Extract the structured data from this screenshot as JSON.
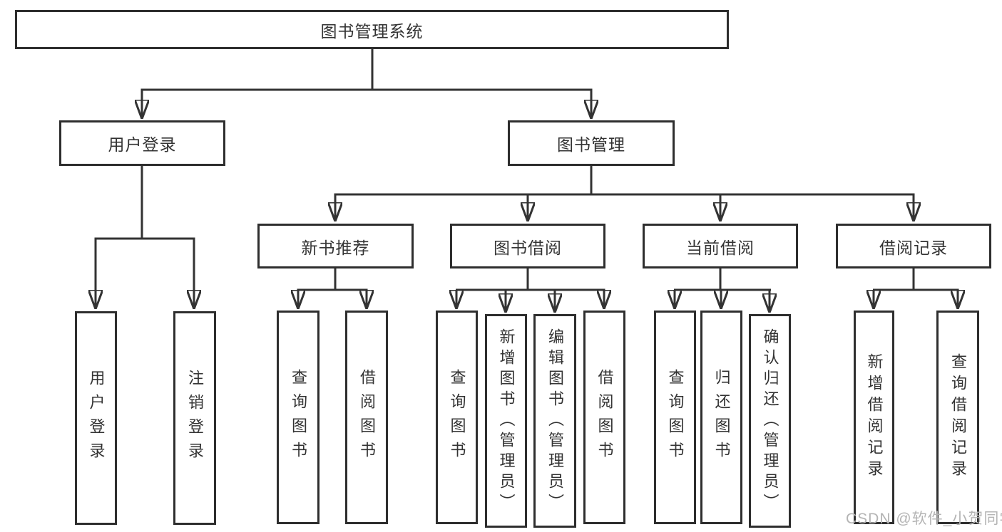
{
  "diagram_title": "图书管理系统",
  "colors": {
    "background": "#ffffff",
    "line": "#333333",
    "box_border": "#2e2e2e",
    "text": "#333333",
    "watermark": "#b4b4b4"
  },
  "tree": {
    "label": "图书管理系统",
    "children": [
      {
        "label": "用户登录",
        "children": [
          {
            "label": "用户登录"
          },
          {
            "label": "注销登录"
          }
        ]
      },
      {
        "label": "图书管理",
        "children": [
          {
            "label": "新书推荐",
            "children": [
              {
                "label": "查询图书"
              },
              {
                "label": "借阅图书"
              }
            ]
          },
          {
            "label": "图书借阅",
            "children": [
              {
                "label": "查询图书"
              },
              {
                "label": "新增图书（管理员）"
              },
              {
                "label": "编辑图书（管理员）"
              },
              {
                "label": "借阅图书"
              }
            ]
          },
          {
            "label": "当前借阅",
            "children": [
              {
                "label": "查询图书"
              },
              {
                "label": "归还图书"
              },
              {
                "label": "确认归还（管理员）"
              }
            ]
          },
          {
            "label": "借阅记录",
            "children": [
              {
                "label": "新增借阅记录"
              },
              {
                "label": "查询借阅记录"
              }
            ]
          }
        ]
      }
    ]
  },
  "watermark": {
    "text": "CSDN @软件_小贺同学"
  }
}
